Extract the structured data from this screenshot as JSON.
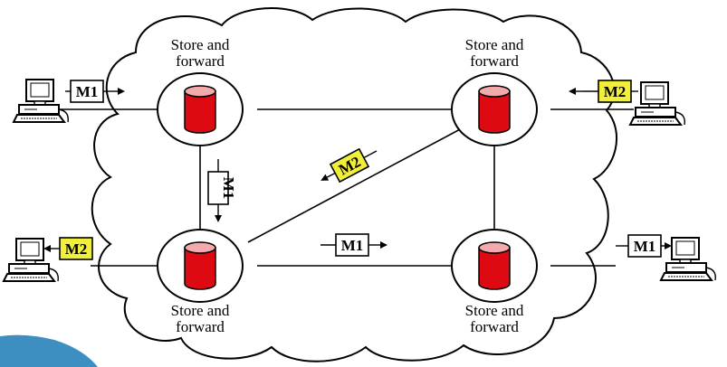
{
  "colors": {
    "storage": "#dd0a14",
    "storage_top": "#f4a9ad",
    "message_m1": "#ffffff",
    "message_m2": "#f2ef3a",
    "cloud": "#ffffff",
    "corner_band": "#3d8fc2"
  },
  "nodes": [
    {
      "id": "top-left",
      "label_line1": "Store and",
      "label_line2": "forward"
    },
    {
      "id": "top-right",
      "label_line1": "Store and",
      "label_line2": "forward"
    },
    {
      "id": "bottom-left",
      "label_line1": "Store and",
      "label_line2": "forward"
    },
    {
      "id": "bottom-right",
      "label_line1": "Store and",
      "label_line2": "forward"
    }
  ],
  "computers": [
    {
      "id": "computer-top-left",
      "icon": "desktop-computer-icon"
    },
    {
      "id": "computer-top-right",
      "icon": "desktop-computer-icon"
    },
    {
      "id": "computer-bottom-left",
      "icon": "desktop-computer-icon"
    },
    {
      "id": "computer-bottom-right",
      "icon": "desktop-computer-icon"
    }
  ],
  "messages": [
    {
      "id": "m1-entry",
      "label": "M1",
      "kind": "m1"
    },
    {
      "id": "m1-down",
      "label": "M1",
      "kind": "m1"
    },
    {
      "id": "m1-across",
      "label": "M1",
      "kind": "m1"
    },
    {
      "id": "m1-exit",
      "label": "M1",
      "kind": "m1"
    },
    {
      "id": "m2-entry",
      "label": "M2",
      "kind": "m2"
    },
    {
      "id": "m2-diagonal",
      "label": "M2",
      "kind": "m2"
    },
    {
      "id": "m2-exit",
      "label": "M2",
      "kind": "m2"
    }
  ]
}
